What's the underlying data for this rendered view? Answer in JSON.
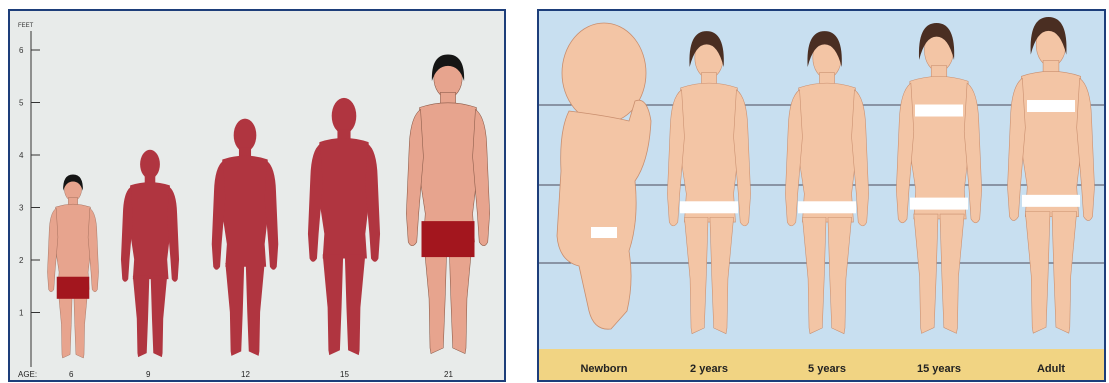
{
  "left_chart": {
    "y_axis_label": "FEET",
    "y_ticks": [
      "1",
      "2",
      "3",
      "4",
      "5",
      "6"
    ],
    "age_label": "AGE:",
    "figures": [
      {
        "age": "6",
        "style": "drawn",
        "height_ft": 3.65
      },
      {
        "age": "9",
        "style": "silhouette",
        "height_ft": 4.15
      },
      {
        "age": "12",
        "style": "silhouette",
        "height_ft": 4.75
      },
      {
        "age": "15",
        "style": "silhouette",
        "height_ft": 5.15
      },
      {
        "age": "21",
        "style": "drawn",
        "height_ft": 5.95
      }
    ],
    "colors": {
      "silhouette": "#b03540",
      "skin": "#e7a48e",
      "shorts": "#a3161e",
      "hair": "#151515",
      "background": "#e8ebea"
    }
  },
  "right_chart": {
    "stages": [
      "Newborn",
      "2 years",
      "5 years",
      "15 years",
      "Adult"
    ],
    "colors": {
      "background": "#c8dff0",
      "band": "#f1d483",
      "skin": "#f3c5a5",
      "line": "#4a4a5a"
    }
  }
}
